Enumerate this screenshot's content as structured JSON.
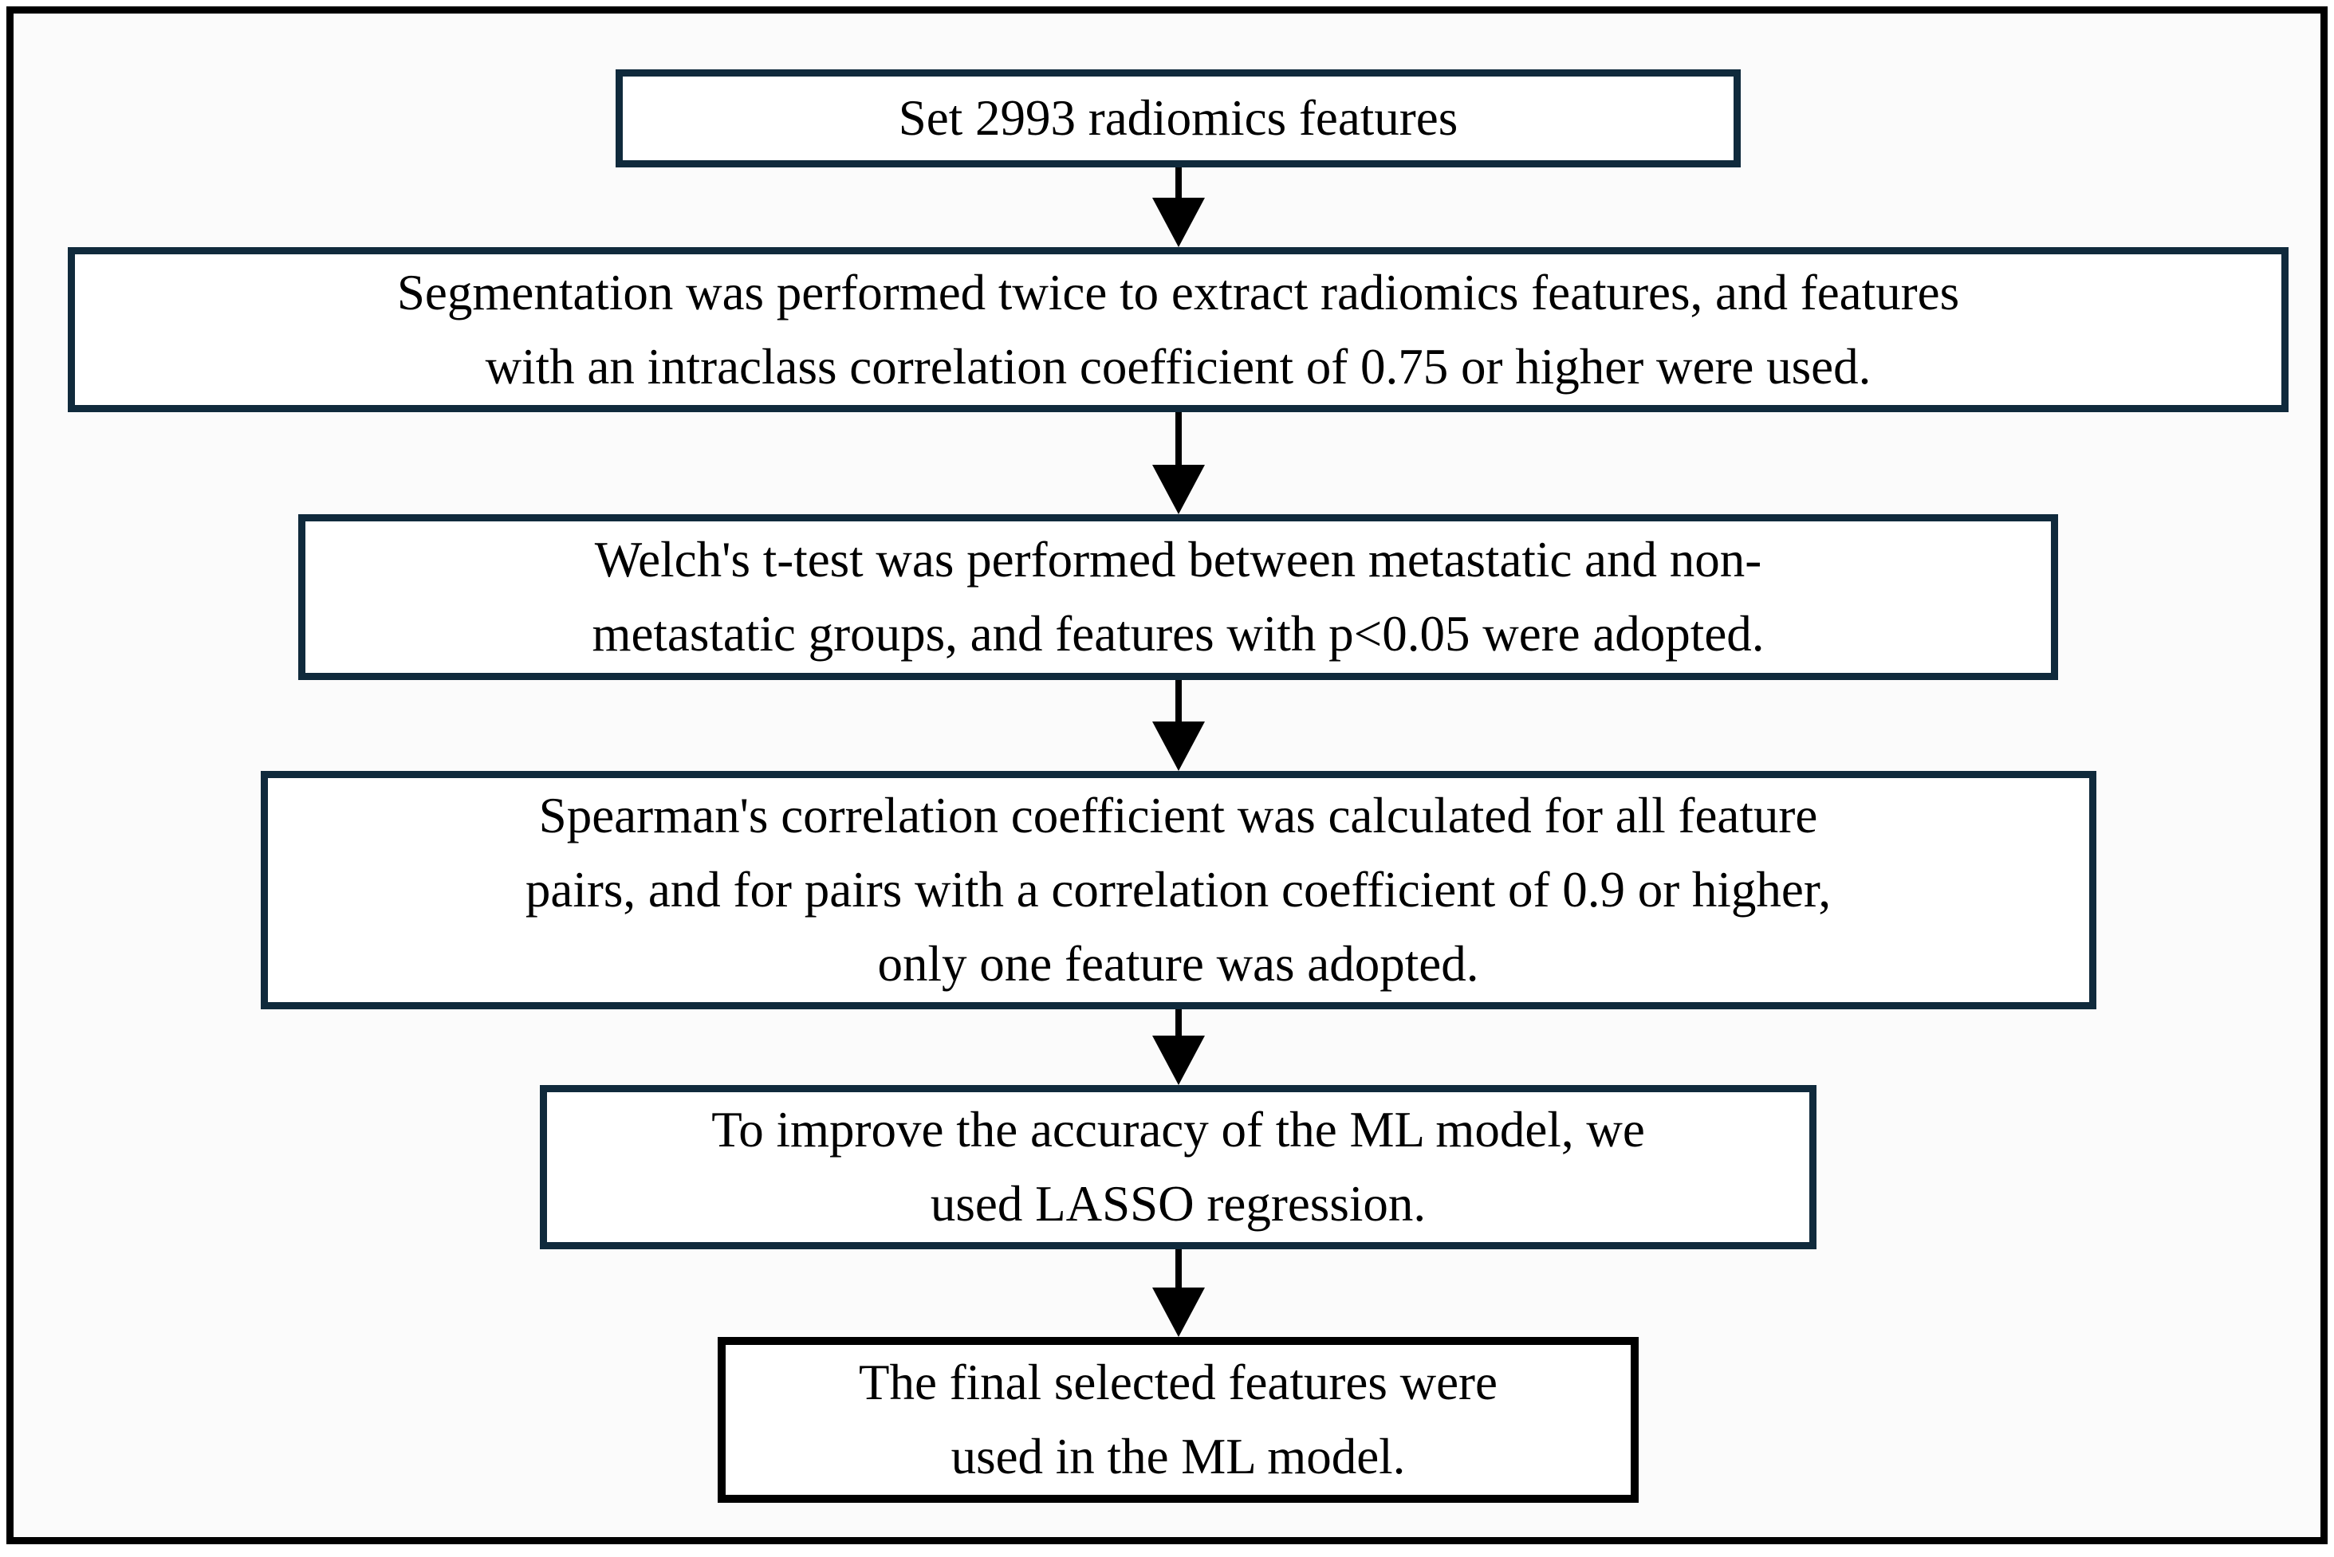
{
  "flowchart": {
    "description_colors": {
      "box_border": "#102a3c",
      "final_box_border": "#000000",
      "frame_border": "#000000",
      "box_fill": "#ffffff",
      "background": "#fbfbfb",
      "arrow": "#000000",
      "text": "#000000"
    },
    "steps": [
      {
        "id": "set-features",
        "lines": [
          "Set 2993 radiomics features"
        ]
      },
      {
        "id": "segmentation-icc",
        "lines": [
          "Segmentation was performed twice to extract radiomics features, and features",
          "with an intraclass correlation coefficient of 0.75 or higher were used."
        ]
      },
      {
        "id": "welch-ttest",
        "lines": [
          "Welch's t-test was performed between metastatic and non-",
          "metastatic groups, and features with p<0.05 were adopted."
        ]
      },
      {
        "id": "spearman-correlation",
        "lines": [
          "Spearman's correlation coefficient was calculated for all feature",
          "pairs, and for pairs with a correlation coefficient of 0.9 or higher,",
          "only one feature was adopted."
        ]
      },
      {
        "id": "lasso-regression",
        "lines": [
          "To improve the accuracy of the ML model, we",
          "used LASSO regression."
        ]
      },
      {
        "id": "final-features",
        "lines": [
          "The final selected features were",
          "used in the ML model."
        ]
      }
    ]
  }
}
